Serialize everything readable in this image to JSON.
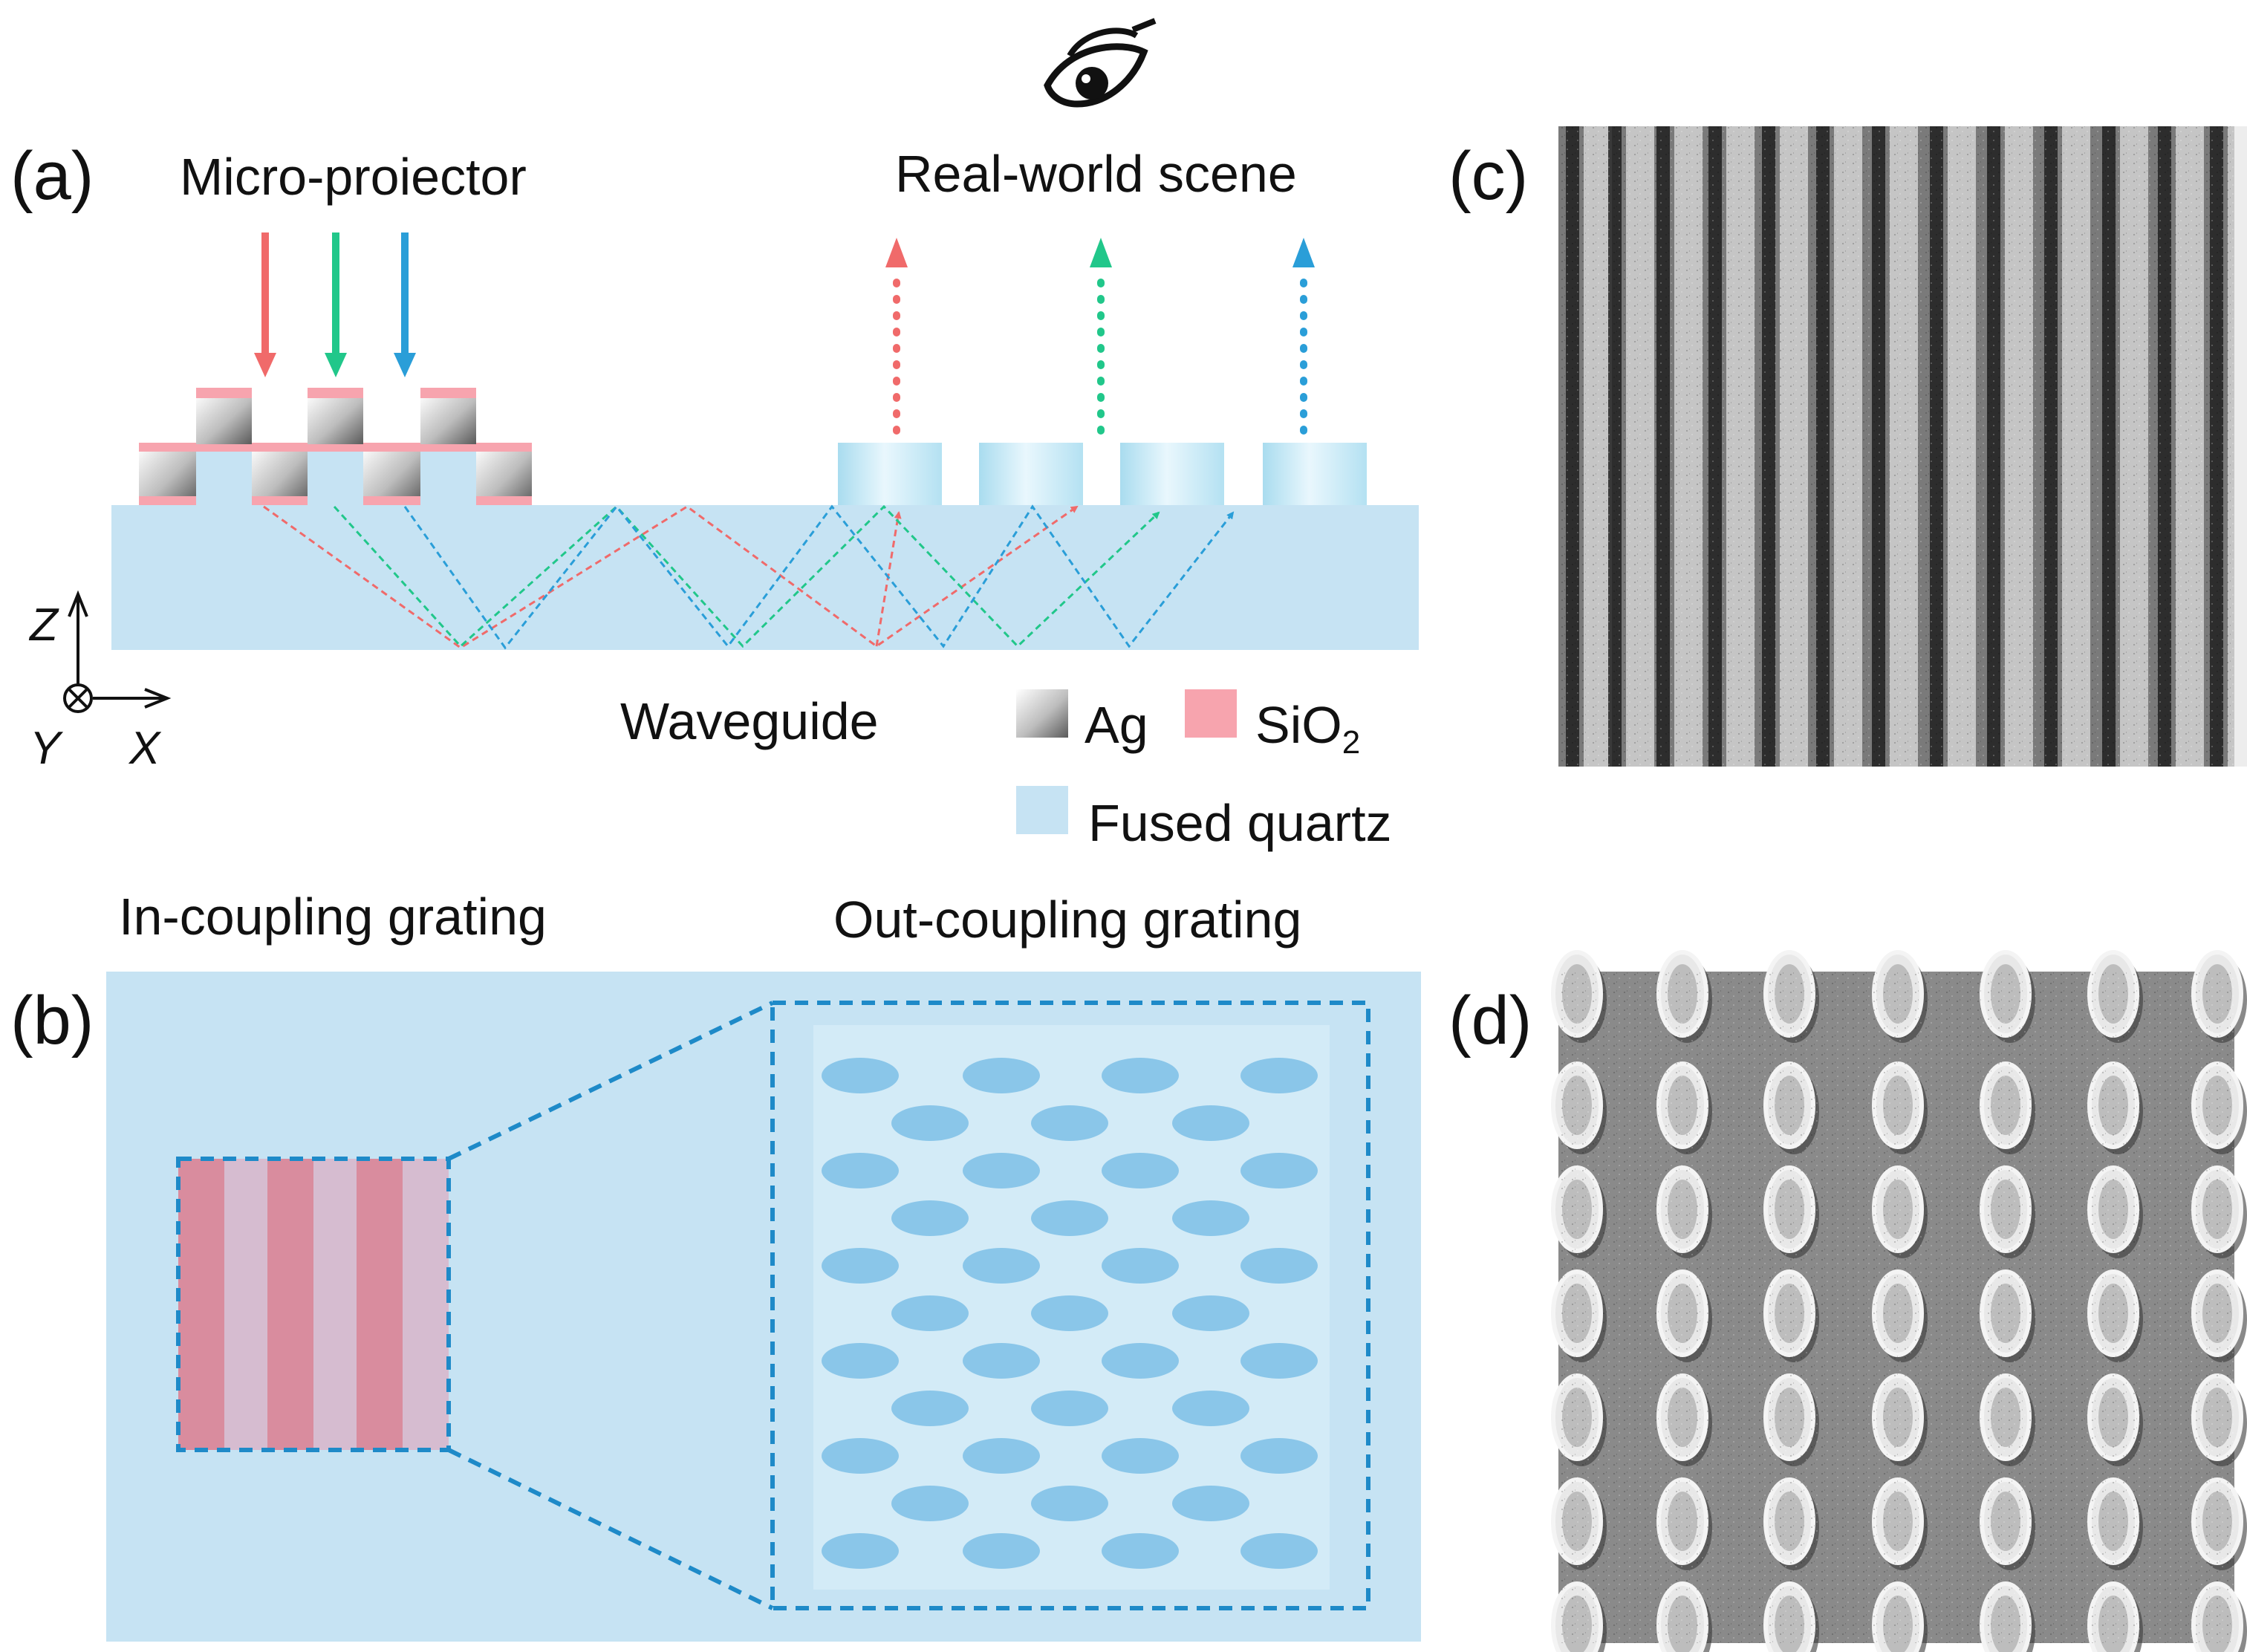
{
  "panels": {
    "a": {
      "label": "(a)",
      "title_left": "Micro-proiector",
      "title_right": "Real-world scene",
      "waveguide_label": "Waveguide"
    },
    "b": {
      "label": "(b)",
      "in_coupling_label": "In-coupling grating",
      "out_coupling_label": "Out-coupling grating"
    },
    "c": {
      "label": "(c)"
    },
    "d": {
      "label": "(d)"
    }
  },
  "axes": {
    "z": "Z",
    "y": "Y",
    "x": "X"
  },
  "legend": {
    "ag": "Ag",
    "sio2_main": "SiO",
    "sio2_sub": "2",
    "quartz": "Fused quartz"
  },
  "colors": {
    "red": "#f06a6a",
    "green": "#21c78a",
    "blue": "#2a9ed8",
    "quartz": "#c6e3f3",
    "sio2": "#f7a4ae",
    "grating_dark": "#d98c9e",
    "grating_light": "#d6bcd0",
    "ellipse": "#7cbfe6",
    "dash": "#1e8ac8"
  },
  "icons": {
    "eye": "eye-icon"
  }
}
